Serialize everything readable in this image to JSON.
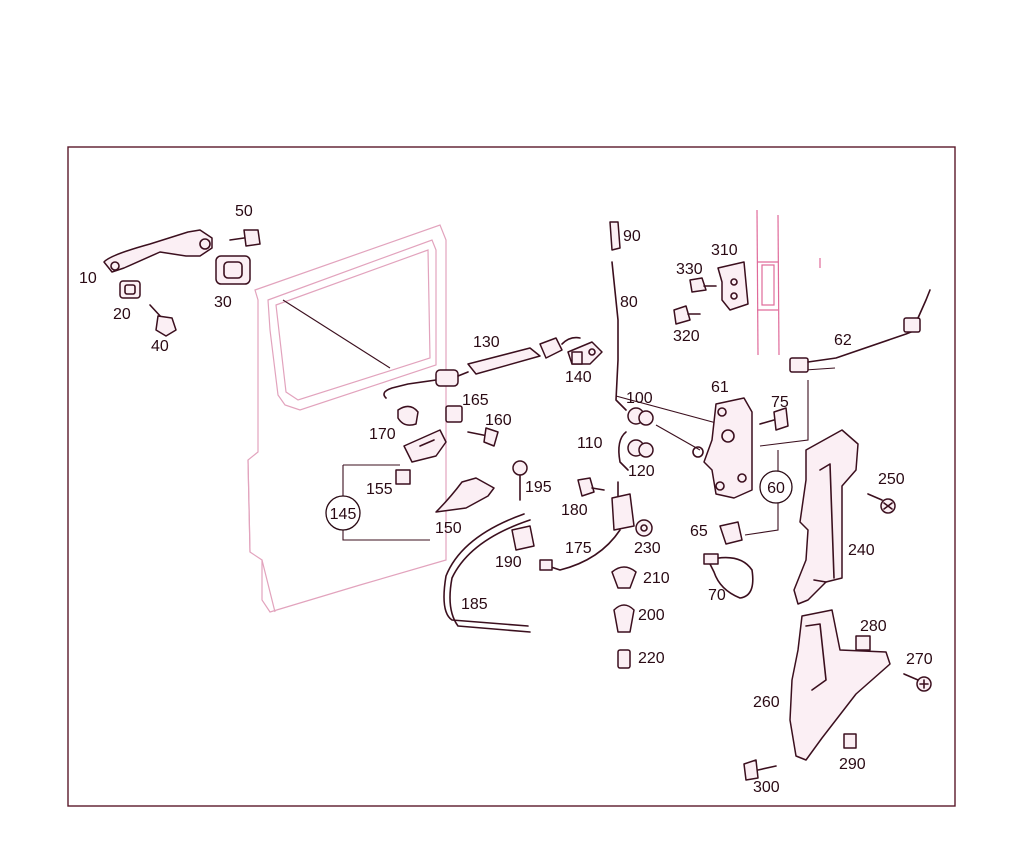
{
  "diagram": {
    "labels": {
      "l10": "10",
      "l20": "20",
      "l30": "30",
      "l40": "40",
      "l50": "50",
      "l61": "61",
      "l62": "62",
      "l65": "65",
      "l70": "70",
      "l75": "75",
      "l80": "80",
      "l90": "90",
      "l100": "100",
      "l110": "110",
      "l120": "120",
      "l130": "130",
      "l140": "140",
      "l150": "150",
      "l155": "155",
      "l160": "160",
      "l165": "165",
      "l170": "170",
      "l175": "175",
      "l180": "180",
      "l185": "185",
      "l190": "190",
      "l195": "195",
      "l200": "200",
      "l210": "210",
      "l220": "220",
      "l230": "230",
      "l240": "240",
      "l250": "250",
      "l260": "260",
      "l270": "270",
      "l280": "280",
      "l290": "290",
      "l300": "300",
      "l310": "310",
      "l320": "320",
      "l330": "330"
    },
    "callouts": {
      "c60": "60",
      "c145": "145"
    }
  }
}
